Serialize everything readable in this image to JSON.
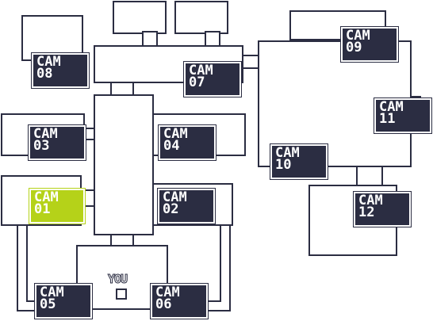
{
  "colors": {
    "room_fill": "#ffffff",
    "wall": "#2b2d42",
    "button": "#2b2d42",
    "selected": "#b5d219",
    "text": "#ffffff"
  },
  "you": {
    "label": "YOU",
    "icon": "office-square-icon"
  },
  "selected_camera": "CAM 01",
  "cameras": [
    {
      "id": "08",
      "line1": "CAM",
      "line2": "08",
      "selected": false
    },
    {
      "id": "07",
      "line1": "CAM",
      "line2": "07",
      "selected": false
    },
    {
      "id": "09",
      "line1": "CAM",
      "line2": "09",
      "selected": false
    },
    {
      "id": "11",
      "line1": "CAM",
      "line2": "11",
      "selected": false
    },
    {
      "id": "03",
      "line1": "CAM",
      "line2": "03",
      "selected": false
    },
    {
      "id": "04",
      "line1": "CAM",
      "line2": "04",
      "selected": false
    },
    {
      "id": "10",
      "line1": "CAM",
      "line2": "10",
      "selected": false
    },
    {
      "id": "01",
      "line1": "CAM",
      "line2": "01",
      "selected": true
    },
    {
      "id": "02",
      "line1": "CAM",
      "line2": "02",
      "selected": false
    },
    {
      "id": "12",
      "line1": "CAM",
      "line2": "12",
      "selected": false
    },
    {
      "id": "05",
      "line1": "CAM",
      "line2": "05",
      "selected": false
    },
    {
      "id": "06",
      "line1": "CAM",
      "line2": "06",
      "selected": false
    }
  ]
}
